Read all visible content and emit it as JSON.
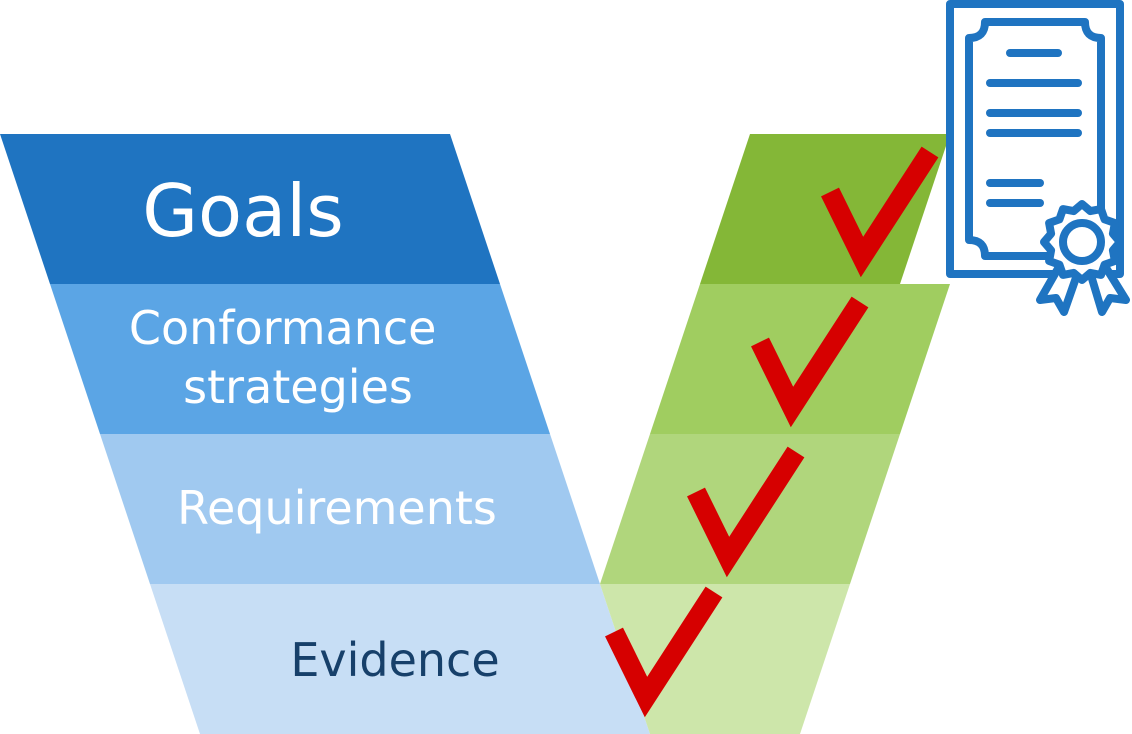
{
  "levels": [
    {
      "label_lines": [
        "Goals"
      ],
      "left_color": "#1f74c1",
      "right_color": "#84b737",
      "text_color": "#ffffff"
    },
    {
      "label_lines": [
        "Conformance",
        "strategies"
      ],
      "left_color": "#5ba5e5",
      "right_color": "#a0cd60",
      "text_color": "#ffffff"
    },
    {
      "label_lines": [
        "Requirements"
      ],
      "left_color": "#a0c9f0",
      "right_color": "#b0d67c",
      "text_color": "#ffffff"
    },
    {
      "label_lines": [
        "Evidence"
      ],
      "left_color": "#c7def5",
      "right_color": "#cde6aa",
      "text_color": "#17406a"
    }
  ],
  "checkmark_color": "#d60000",
  "certificate_color": "#1f74c1",
  "icons": [
    "checkmark-icon",
    "certificate-icon",
    "rosette-icon"
  ]
}
